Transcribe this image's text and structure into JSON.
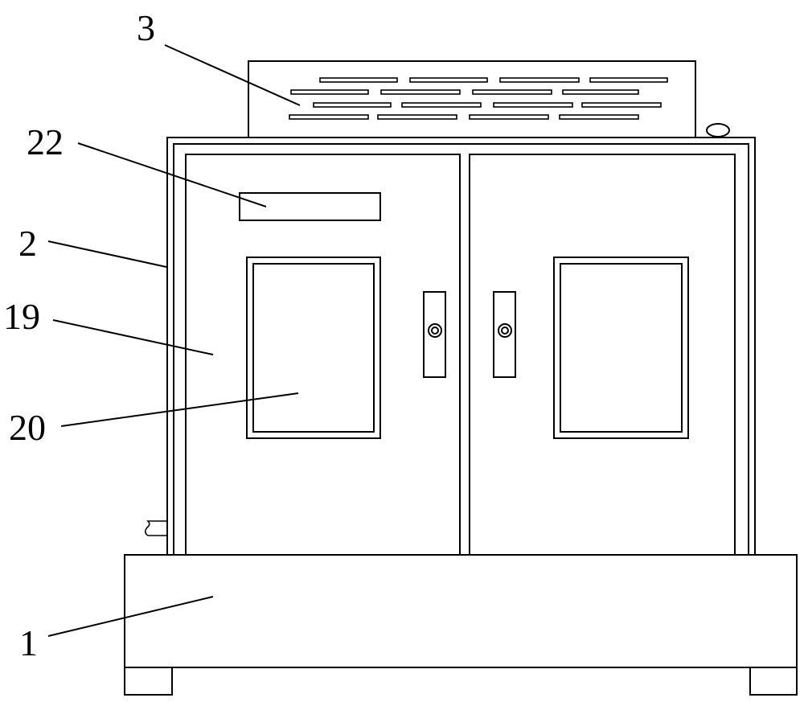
{
  "figure": {
    "labels": [
      {
        "id": "3",
        "text": "3"
      },
      {
        "id": "22",
        "text": "22"
      },
      {
        "id": "2",
        "text": "2"
      },
      {
        "id": "19",
        "text": "19"
      },
      {
        "id": "20",
        "text": "20"
      },
      {
        "id": "1",
        "text": "1"
      }
    ]
  }
}
